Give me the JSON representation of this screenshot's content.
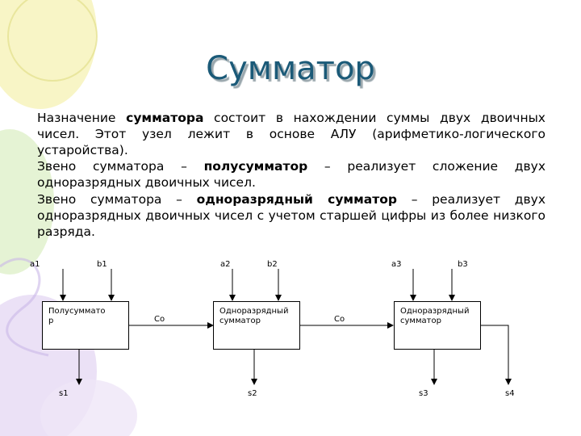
{
  "slide": {
    "title": "Сумматор",
    "p1": {
      "before": "Назначение ",
      "bold": "сумматора",
      "after": " состоит в нахождении суммы двух двоичных чисел. Этот узел лежит в основе АЛУ (арифметико-логического устаройства)."
    },
    "p2": {
      "before": "Звено сумматора – ",
      "bold": "полусумматор",
      "after": " – реализует сложение двух одноразрядных двоичных чисел."
    },
    "p3": {
      "before": "Звено сумматора – ",
      "bold": "одноразрядный сумматор",
      "after": " – реализует двух одноразрядных двоичных чисел с учетом старшей цифры из более низкого разряда."
    }
  },
  "diagram": {
    "inputs": [
      "a1",
      "b1",
      "a2",
      "b2",
      "a3",
      "b3"
    ],
    "blocks": [
      "Полусумматор",
      "Одноразрядный сумматор",
      "Одноразрядный сумматор"
    ],
    "carries": [
      "Co",
      "Co"
    ],
    "outputs": [
      "s1",
      "s2",
      "s3",
      "s4"
    ]
  },
  "colors": {
    "title": "#1b5a78",
    "decor": [
      "#f4f0b0",
      "#e0f2c8",
      "#e6d6f4"
    ]
  }
}
